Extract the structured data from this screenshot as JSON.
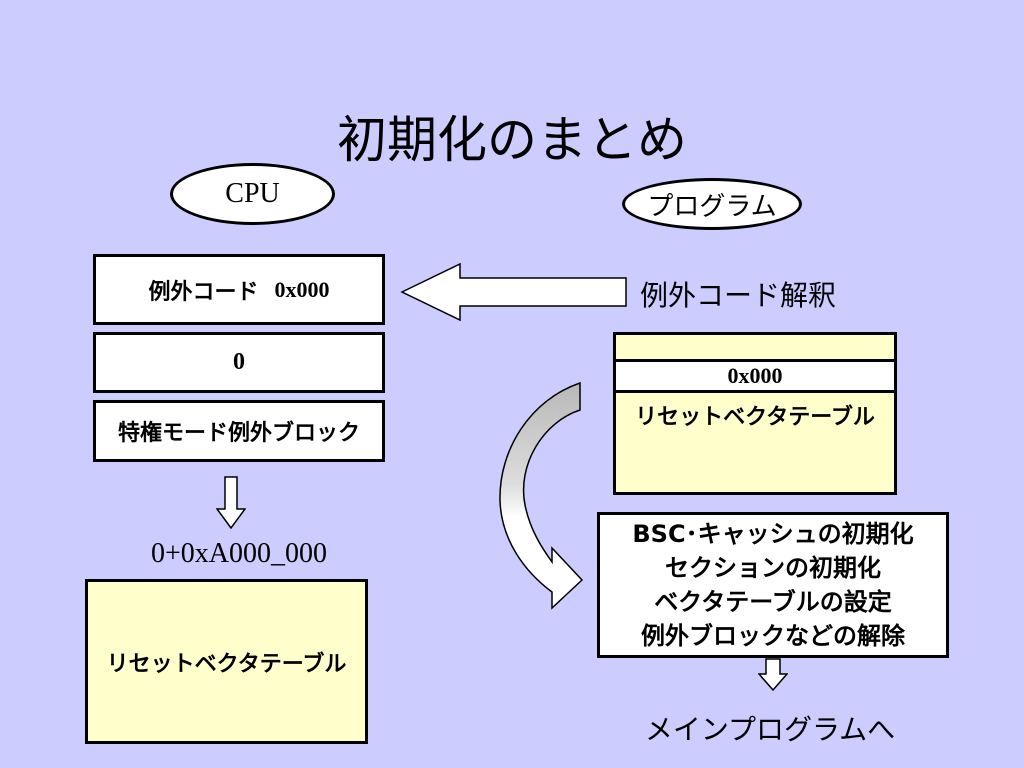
{
  "title": "初期化のまとめ",
  "cpu_label": "CPU",
  "program_label": "プログラム",
  "exception_code_label": "例外コード",
  "exception_code_value": "0x000",
  "zero_box": "0",
  "privileged_block": "特権モード例外ブロック",
  "address_label": "0+0xA000_000",
  "left_reset_table": "リセットベクタテーブル",
  "exception_interpret": "例外コード解釈",
  "right_table_addr": "0x000",
  "right_reset_table": "リセットベクタテーブル",
  "init_steps": [
    "BSC･キャッシュの初期化",
    "セクションの初期化",
    "ベクタテーブルの設定",
    "例外ブロックなどの解除"
  ],
  "main_program": "メインプログラムへ"
}
